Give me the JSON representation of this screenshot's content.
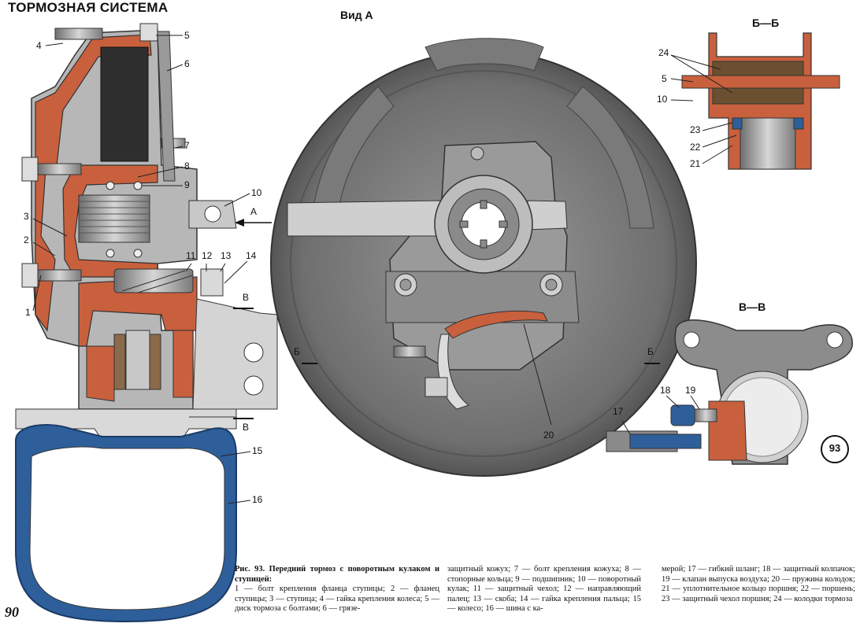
{
  "header": {
    "section_title": "ТОРМОЗНАЯ СИСТЕМА"
  },
  "page_number": "90",
  "figure": {
    "number_badge": "93",
    "view_labels": {
      "view_a": "Вид А",
      "section_bb": "Б—Б",
      "section_vv": "В—В",
      "arrow_a": "А",
      "mark_b": "Б",
      "mark_v": "В"
    },
    "callouts_main": [
      "1",
      "2",
      "3",
      "4",
      "5",
      "6",
      "7",
      "8",
      "9",
      "10",
      "11",
      "12",
      "13",
      "14",
      "15",
      "16"
    ],
    "callout_20": "20",
    "callouts_bb": [
      "24",
      "5",
      "10",
      "23",
      "22",
      "21"
    ],
    "callouts_vv": [
      "17",
      "18",
      "19"
    ]
  },
  "caption": {
    "title": "Рис. 93. Передний тормоз с поворотным кулаком и ступицей:",
    "col1_text": "1 — болт крепления фланца ступицы; 2 — фланец ступицы; 3 — ступица; 4 — гайка крепления колеса; 5 — диск тормоза с болтами; 6 — грязе-",
    "col2_text": "защитный кожух; 7 — болт крепления кожуха; 8 — стопорные кольца; 9 — подшипник; 10 — поворотный кулак; 11 — защитный чехол; 12 — направляющий палец; 13 — скоба; 14 — гайка крепления пальца; 15 — колесо; 16 — шина с ка-",
    "col3_text": "мерой; 17 — гибкий шланг; 18 — защитный колпачок; 19 — клапан выпуска воздуха; 20 — пружина колодок; 21 — уплотнительное кольцо поршня; 22 — поршень; 23 — защитный чехол поршня; 24 — колодки тормоза"
  },
  "colors": {
    "section_red": "#c9603d",
    "metal_gray": "#8c8c8c",
    "light_gray": "#c8c8c8",
    "dark_gray": "#4a4a4a",
    "tire_blue": "#2e5f9a"
  }
}
